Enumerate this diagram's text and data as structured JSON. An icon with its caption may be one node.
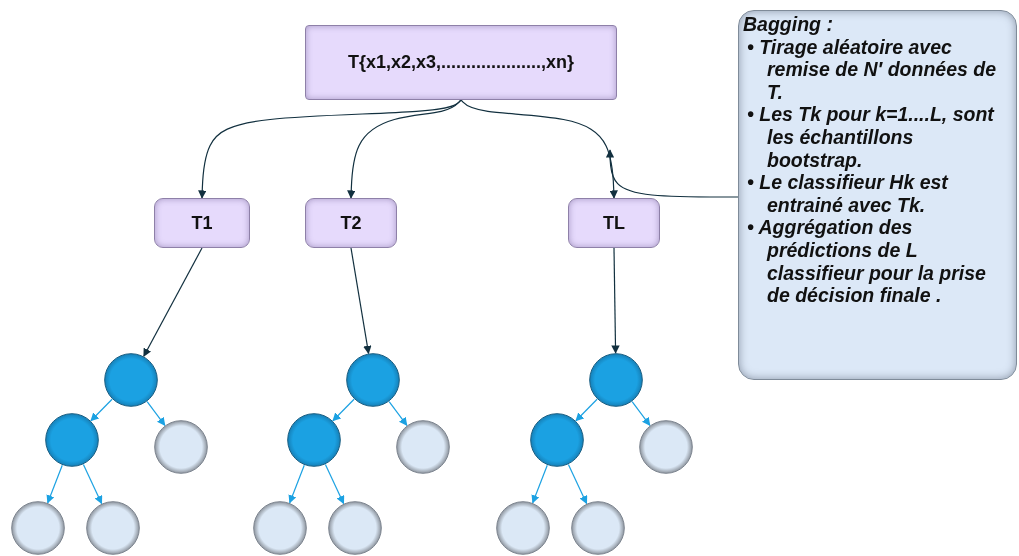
{
  "diagram": {
    "nodes": [
      {
        "text": [
          "T{x1,x2,x3,....................,xn}"
        ]
      },
      {
        "text": [
          "T1"
        ]
      },
      {
        "text": [
          "T2"
        ]
      },
      {
        "text": [
          "TL"
        ]
      },
      {
        "text": [
          "Bagging :",
          "• Tirage aléatoire avec remise de N′ données de T.",
          "• Les Tk pour k=1....L, sont les échantillons bootstrap.",
          "• Le classifieur Hk est entrainé avec Tk.",
          "• Aggrégation des prédictions de L classifieur pour la prise de décision finale ."
        ]
      },
      {
        "text": [],
        "shape": "circle"
      },
      {
        "text": [],
        "shape": "circle"
      },
      {
        "text": [],
        "shape": "circle"
      },
      {
        "text": [],
        "shape": "circle"
      },
      {
        "text": [],
        "shape": "circle"
      },
      {
        "text": [],
        "shape": "circle"
      },
      {
        "text": [],
        "shape": "circle"
      },
      {
        "text": [],
        "shape": "circle"
      },
      {
        "text": [],
        "shape": "circle"
      },
      {
        "text": [],
        "shape": "circle"
      },
      {
        "text": [],
        "shape": "circle"
      },
      {
        "text": [],
        "shape": "circle"
      },
      {
        "text": [],
        "shape": "circle"
      },
      {
        "text": [],
        "shape": "circle"
      },
      {
        "text": [],
        "shape": "circle"
      }
    ],
    "edges": [
      {
        "from": 0,
        "to": 1,
        "arrow": "to",
        "color": "#12303f"
      },
      {
        "from": 0,
        "to": 2,
        "arrow": "to",
        "color": "#12303f"
      },
      {
        "from": 0,
        "to": 3,
        "arrow": "to",
        "color": "#12303f"
      },
      {
        "from": 4,
        "to": null,
        "arrow": "to",
        "color": "#12303f"
      },
      {
        "from": 1,
        "to": 5,
        "arrow": "to",
        "color": "#12303f"
      },
      {
        "from": 2,
        "to": 10,
        "arrow": "to",
        "color": "#12303f"
      },
      {
        "from": 3,
        "to": 15,
        "arrow": "to",
        "color": "#12303f"
      },
      {
        "from": 5,
        "to": 6,
        "arrow": "to"
      },
      {
        "from": 5,
        "to": 7,
        "arrow": "to"
      },
      {
        "from": 6,
        "to": 8,
        "arrow": "to"
      },
      {
        "from": 6,
        "to": 9,
        "arrow": "to"
      },
      {
        "from": 10,
        "to": 11,
        "arrow": "to"
      },
      {
        "from": 10,
        "to": 12,
        "arrow": "to"
      },
      {
        "from": 11,
        "to": 13,
        "arrow": "to"
      },
      {
        "from": 11,
        "to": 14,
        "arrow": "to"
      },
      {
        "from": 15,
        "to": 16,
        "arrow": "to"
      },
      {
        "from": 15,
        "to": 17,
        "arrow": "to"
      },
      {
        "from": 16,
        "to": 18,
        "arrow": "to"
      },
      {
        "from": 16,
        "to": 19,
        "arrow": "to"
      }
    ]
  }
}
